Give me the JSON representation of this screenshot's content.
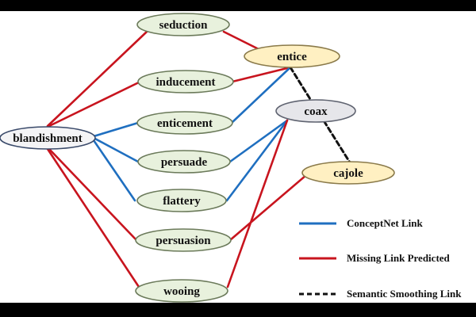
{
  "colors": {
    "conceptnet": "#1f6fc0",
    "missing": "#c8141e",
    "smoothing": "#111111",
    "node_green_fill": "#e8f1dd",
    "node_green_stroke": "#6b7a5a",
    "node_yellow_fill": "#fff0c2",
    "node_yellow_stroke": "#8a7a4a",
    "node_gray_fill": "#e6e6ea",
    "node_gray_stroke": "#5f6370",
    "node_white_fill": "#f4f4f6",
    "node_white_stroke": "#3a4a6a"
  },
  "nodes": [
    {
      "id": "seduction",
      "label": "seduction",
      "style": "green"
    },
    {
      "id": "inducement",
      "label": "inducement",
      "style": "green"
    },
    {
      "id": "enticement",
      "label": "enticement",
      "style": "green"
    },
    {
      "id": "persuade",
      "label": "persuade",
      "style": "green"
    },
    {
      "id": "flattery",
      "label": "flattery",
      "style": "green"
    },
    {
      "id": "persuasion",
      "label": "persuasion",
      "style": "green"
    },
    {
      "id": "wooing",
      "label": "wooing",
      "style": "green"
    },
    {
      "id": "blandishment",
      "label": "blandishment",
      "style": "white"
    },
    {
      "id": "entice",
      "label": "entice",
      "style": "yellow"
    },
    {
      "id": "coax",
      "label": "coax",
      "style": "gray"
    },
    {
      "id": "cajole",
      "label": "cajole",
      "style": "yellow"
    }
  ],
  "edges": [
    {
      "from": "blandishment",
      "to": "seduction",
      "type": "missing"
    },
    {
      "from": "blandishment",
      "to": "inducement",
      "type": "missing"
    },
    {
      "from": "blandishment",
      "to": "persuasion",
      "type": "missing"
    },
    {
      "from": "blandishment",
      "to": "wooing",
      "type": "missing"
    },
    {
      "from": "blandishment",
      "to": "enticement",
      "type": "conceptnet"
    },
    {
      "from": "blandishment",
      "to": "persuade",
      "type": "conceptnet"
    },
    {
      "from": "blandishment",
      "to": "flattery",
      "type": "conceptnet"
    },
    {
      "from": "seduction",
      "to": "entice",
      "type": "missing"
    },
    {
      "from": "inducement",
      "to": "entice",
      "type": "missing"
    },
    {
      "from": "enticement",
      "to": "entice",
      "type": "conceptnet"
    },
    {
      "from": "persuade",
      "to": "coax",
      "type": "conceptnet"
    },
    {
      "from": "flattery",
      "to": "coax",
      "type": "conceptnet"
    },
    {
      "from": "wooing",
      "to": "coax",
      "type": "missing"
    },
    {
      "from": "persuasion",
      "to": "cajole",
      "type": "missing"
    },
    {
      "from": "entice",
      "to": "cajole",
      "type": "smoothing"
    }
  ],
  "legend": [
    {
      "type": "conceptnet",
      "label": "ConceptNet Link"
    },
    {
      "type": "missing",
      "label": "Missing Link Predicted"
    },
    {
      "type": "smoothing",
      "label": "Semantic Smoothing Link"
    }
  ]
}
